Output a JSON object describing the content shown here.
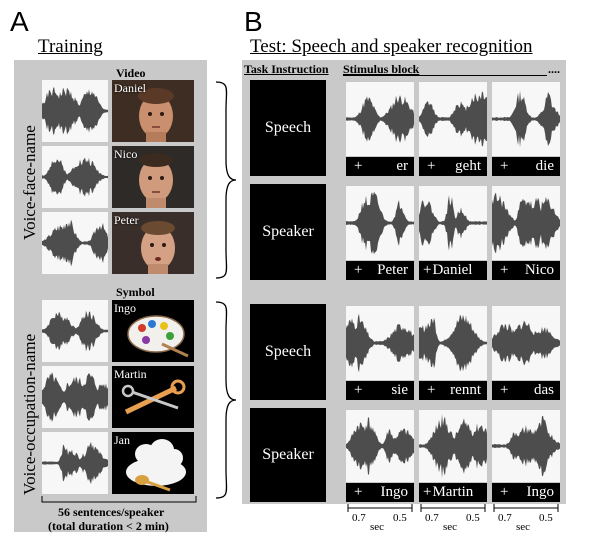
{
  "panel_a": {
    "letter": "A",
    "title": "Training",
    "video_label": "Video",
    "symbol_label": "Symbol",
    "group1_label": "Voice-face-name",
    "group2_label": "Voice-occupation-name",
    "names_video": [
      "Daniel",
      "Nico",
      "Peter"
    ],
    "names_symbol": [
      "Ingo",
      "Martin",
      "Jan"
    ],
    "footer_line1": "56 sentences/speaker",
    "footer_line2": "(total duration < 2 min)"
  },
  "panel_b": {
    "letter": "B",
    "title": "Test: Speech and speaker recognition",
    "task_header": "Task Instruction",
    "stimulus_header": "Stimulus block",
    "ellipsis": "....",
    "rows": [
      {
        "instruction": "Speech",
        "words": [
          "er",
          "geht",
          "die"
        ]
      },
      {
        "instruction": "Speaker",
        "words": [
          "Peter",
          "Daniel",
          "Nico"
        ]
      },
      {
        "instruction": "Speech",
        "words": [
          "sie",
          "rennt",
          "das"
        ]
      },
      {
        "instruction": "Speaker",
        "words": [
          "Ingo",
          "Martin",
          "Ingo"
        ]
      }
    ],
    "plus": "+",
    "axis": {
      "tick_left": "0.7",
      "tick_right": "0.5",
      "unit": "sec"
    }
  },
  "colors": {
    "panel_bg": "#c9c9c9",
    "waveform": "#4d4d4d",
    "instruction_bg": "#000000"
  },
  "icons": [
    "face-photo",
    "paint-palette-icon",
    "wrench-icon",
    "chef-hat-icon"
  ]
}
